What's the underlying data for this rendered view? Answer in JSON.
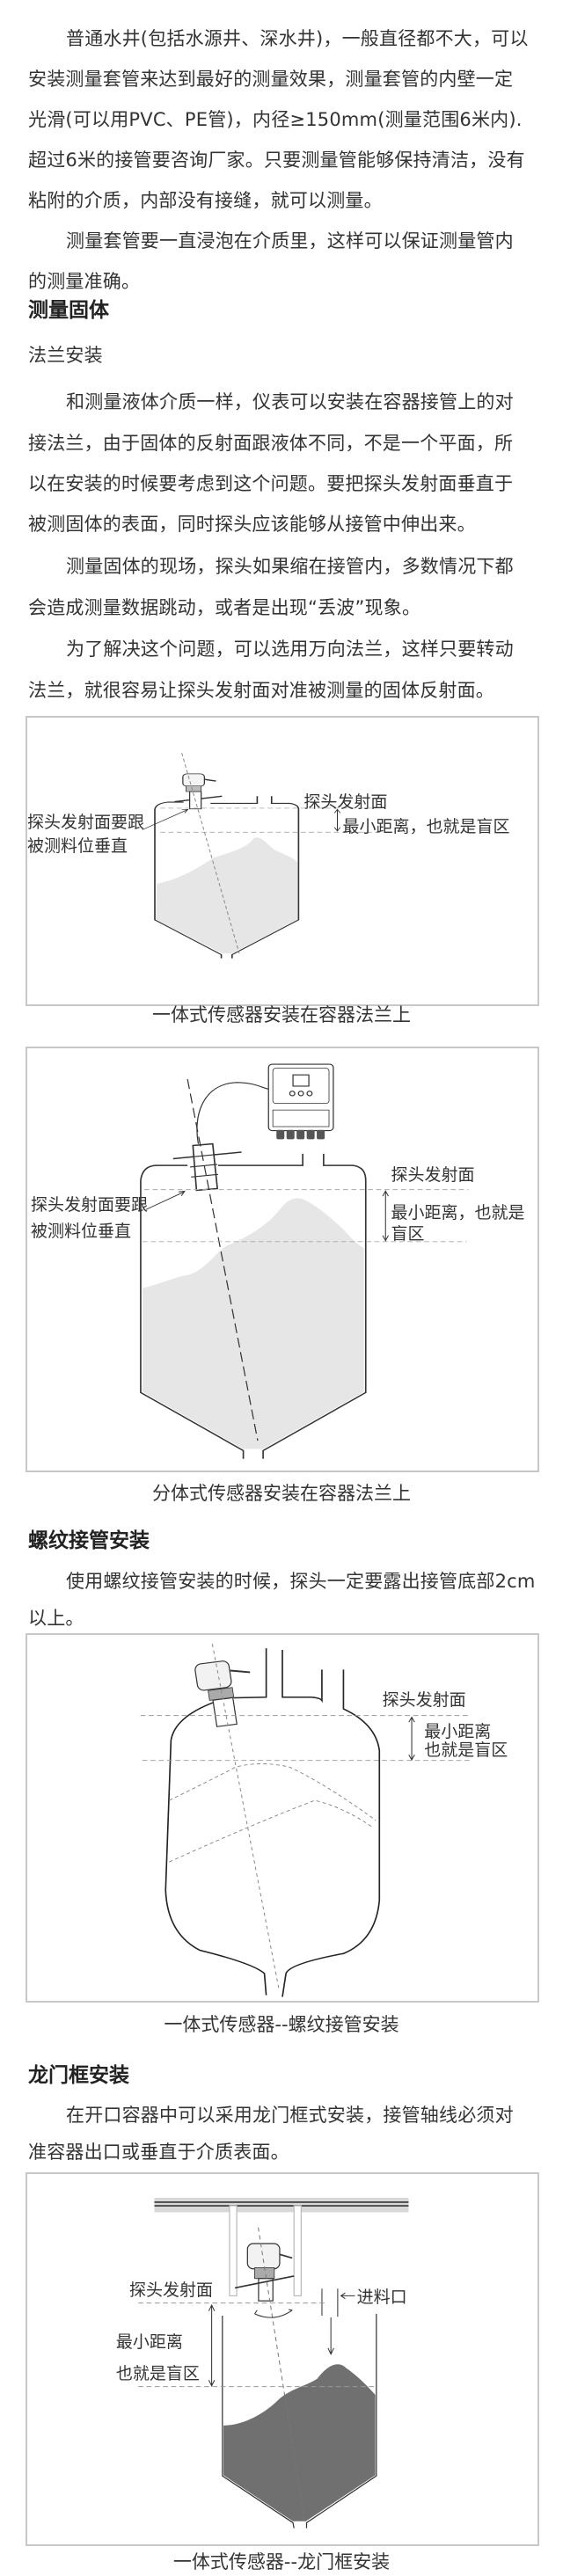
{
  "intro": {
    "p1": [
      "普通水井(包括水源井、深水井)，一般直径都不大，可以",
      "安装测量套管来达到最好的测量效果，测量套管的内壁一定",
      "光滑(可以用PVC、PE管)，内径≥150mm(测量范围6米内).",
      "超过6米的接管要咨询厂家。只要测量管能够保持清洁，没有",
      "粘附的介质，内部没有接缝，就可以测量。"
    ],
    "p2": [
      "测量套管要一直浸泡在介质里，这样可以保证测量管内",
      "的测量准确。"
    ]
  },
  "solid": {
    "heading": "测量固体",
    "subheading": "法兰安装",
    "p1": [
      "和测量液体介质一样，仪表可以安装在容器接管上的对",
      "接法兰，由于固体的反射面跟液体不同，不是一个平面，所",
      "以在安装的时候要考虑到这个问题。要把探头发射面垂直于",
      "被测固体的表面，同时探头应该能够从接管中伸出来。"
    ],
    "p2": [
      "测量固体的现场，探头如果缩在接管内，多数情况下都",
      "会造成测量数据跳动，或者是出现“丢波”现象。"
    ],
    "p3": [
      "为了解决这个问题，可以选用万向法兰，这样只要转动",
      "法兰，就很容易让探头发射面对准被测量的固体反射面。"
    ]
  },
  "fig1": {
    "label_surface": "探头发射面",
    "label_blind": "最小距离，也就是盲区",
    "label_perp_1": "探头发射面要跟",
    "label_perp_2": "被测料位垂直",
    "caption": "一体式传感器安装在容器法兰上"
  },
  "fig2": {
    "label_surface": "探头发射面",
    "label_blind_1": "最小距离，也就是",
    "label_blind_2": "盲区",
    "label_perp_1": "探头发射面要跟",
    "label_perp_2": "被测料位垂直",
    "caption": "分体式传感器安装在容器法兰上"
  },
  "thread": {
    "heading": "螺纹接管安装",
    "p1": [
      "使用螺纹接管安装的时候，探头一定要露出接管底部2cm",
      "以上。"
    ]
  },
  "fig3": {
    "label_surface": "探头发射面",
    "label_blind_1": "最小距离",
    "label_blind_2": "也就是盲区",
    "caption": "一体式传感器--螺纹接管安装"
  },
  "gantry": {
    "heading": "龙门框安装",
    "p1": [
      "在开口容器中可以采用龙门框式安装，接管轴线必须对",
      "准容器出口或垂直于介质表面。"
    ]
  },
  "fig4": {
    "label_surface": "探头发射面",
    "label_inlet": "进料口",
    "label_blind_1": "最小距离",
    "label_blind_2": "也就是盲区",
    "caption": "一体式传感器--龙门框安装"
  },
  "colors": {
    "text": "#333333",
    "fill_light": "#e6e6e6",
    "fill_dark": "#707070",
    "border": "#c8c8c8"
  }
}
